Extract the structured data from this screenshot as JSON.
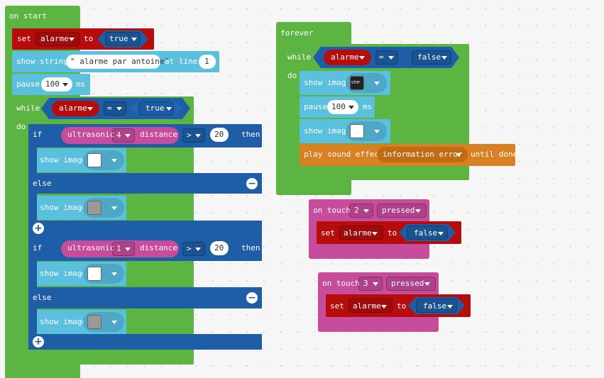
{
  "on_start": {
    "title": "on start",
    "set_kw": "set",
    "set_var": "alarme",
    "to_kw": "to",
    "set_value": "true",
    "show_string_label": "show string",
    "string_value": "\" alarme par antoine\"",
    "at_line_label": "at line",
    "line_value": "1",
    "pause_label": "pause",
    "pause_value": "100",
    "pause_unit": "ms",
    "while_label": "while",
    "while_var": "alarme",
    "while_op": "=",
    "while_value": "true",
    "do_label": "do",
    "if1": {
      "if_label": "if",
      "sensor": "ultrasonic",
      "port": "4",
      "measure": "distance",
      "op": ">",
      "threshold": "20",
      "then_label": "then",
      "show_image": "show image",
      "else_label": "else",
      "else_show_image": "show image"
    },
    "if2": {
      "if_label": "if",
      "sensor": "ultrasonic",
      "port": "1",
      "measure": "distance",
      "op": ">",
      "threshold": "20",
      "then_label": "then",
      "show_image": "show image",
      "else_label": "else",
      "else_show_image": "show image"
    }
  },
  "forever": {
    "title": "forever",
    "while_label": "while",
    "while_var": "alarme",
    "while_op": "=",
    "while_value": "false",
    "do_label": "do",
    "show_image_1": "show image",
    "pause_label": "pause",
    "pause_value": "100",
    "pause_unit": "ms",
    "show_image_2": "show image",
    "stop_text": "STOP",
    "sound_label": "play sound effect",
    "sound_value": "information error",
    "until_label": "until done"
  },
  "touch2": {
    "on_touch": "on touch",
    "pin": "2",
    "event": "pressed",
    "set_kw": "set",
    "var": "alarme",
    "to_kw": "to",
    "value": "false"
  },
  "touch3": {
    "on_touch": "on touch",
    "pin": "3",
    "event": "pressed",
    "set_kw": "set",
    "var": "alarme",
    "to_kw": "to",
    "value": "false"
  },
  "colors": {
    "green": "#5cb443",
    "red": "#b70c0c",
    "cyan": "#5bc0de",
    "blue": "#1e5ea7",
    "pink": "#c84c9c",
    "orange": "#d98122"
  }
}
